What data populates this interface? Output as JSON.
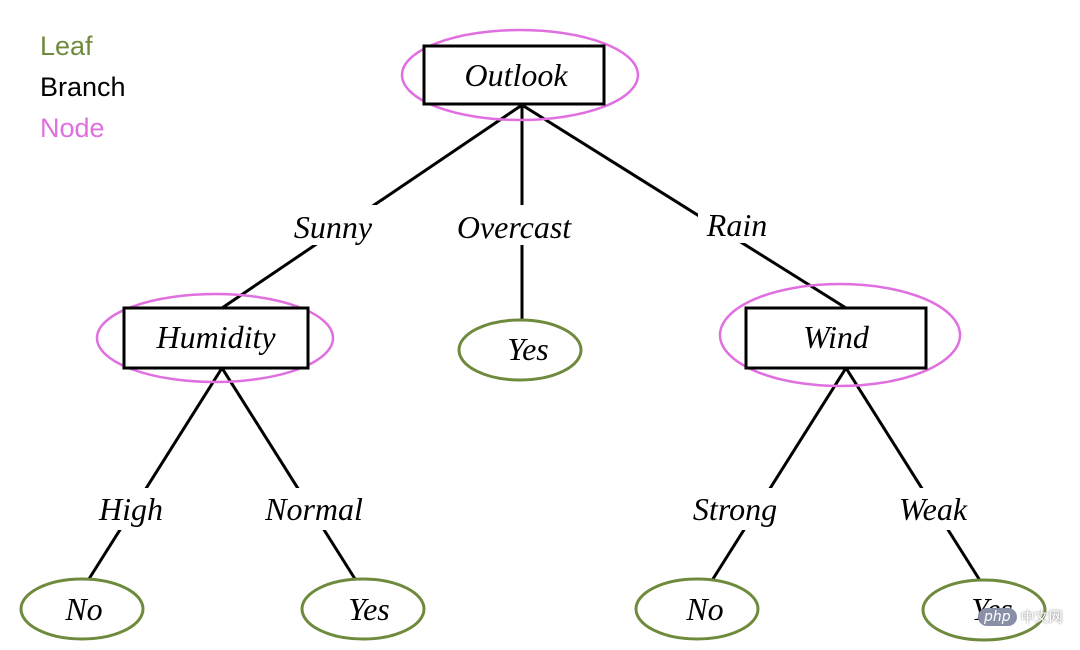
{
  "legend": {
    "leaf": "Leaf",
    "branch": "Branch",
    "node": "Node"
  },
  "colors": {
    "leaf": "#6e8b3d",
    "branch": "#000000",
    "node": "#e070e0"
  },
  "tree": {
    "root": {
      "label": "Outlook",
      "branches": {
        "sunny": "Sunny",
        "overcast": "Overcast",
        "rain": "Rain"
      }
    },
    "humidity": {
      "label": "Humidity",
      "branches": {
        "high": "High",
        "normal": "Normal"
      }
    },
    "wind": {
      "label": "Wind",
      "branches": {
        "strong": "Strong",
        "weak": "Weak"
      }
    },
    "leaves": {
      "overcast_yes": "Yes",
      "high_no": "No",
      "normal_yes": "Yes",
      "strong_no": "No",
      "weak_yes": "Yes"
    }
  },
  "watermark": {
    "badge": "php",
    "text": "中文网"
  }
}
